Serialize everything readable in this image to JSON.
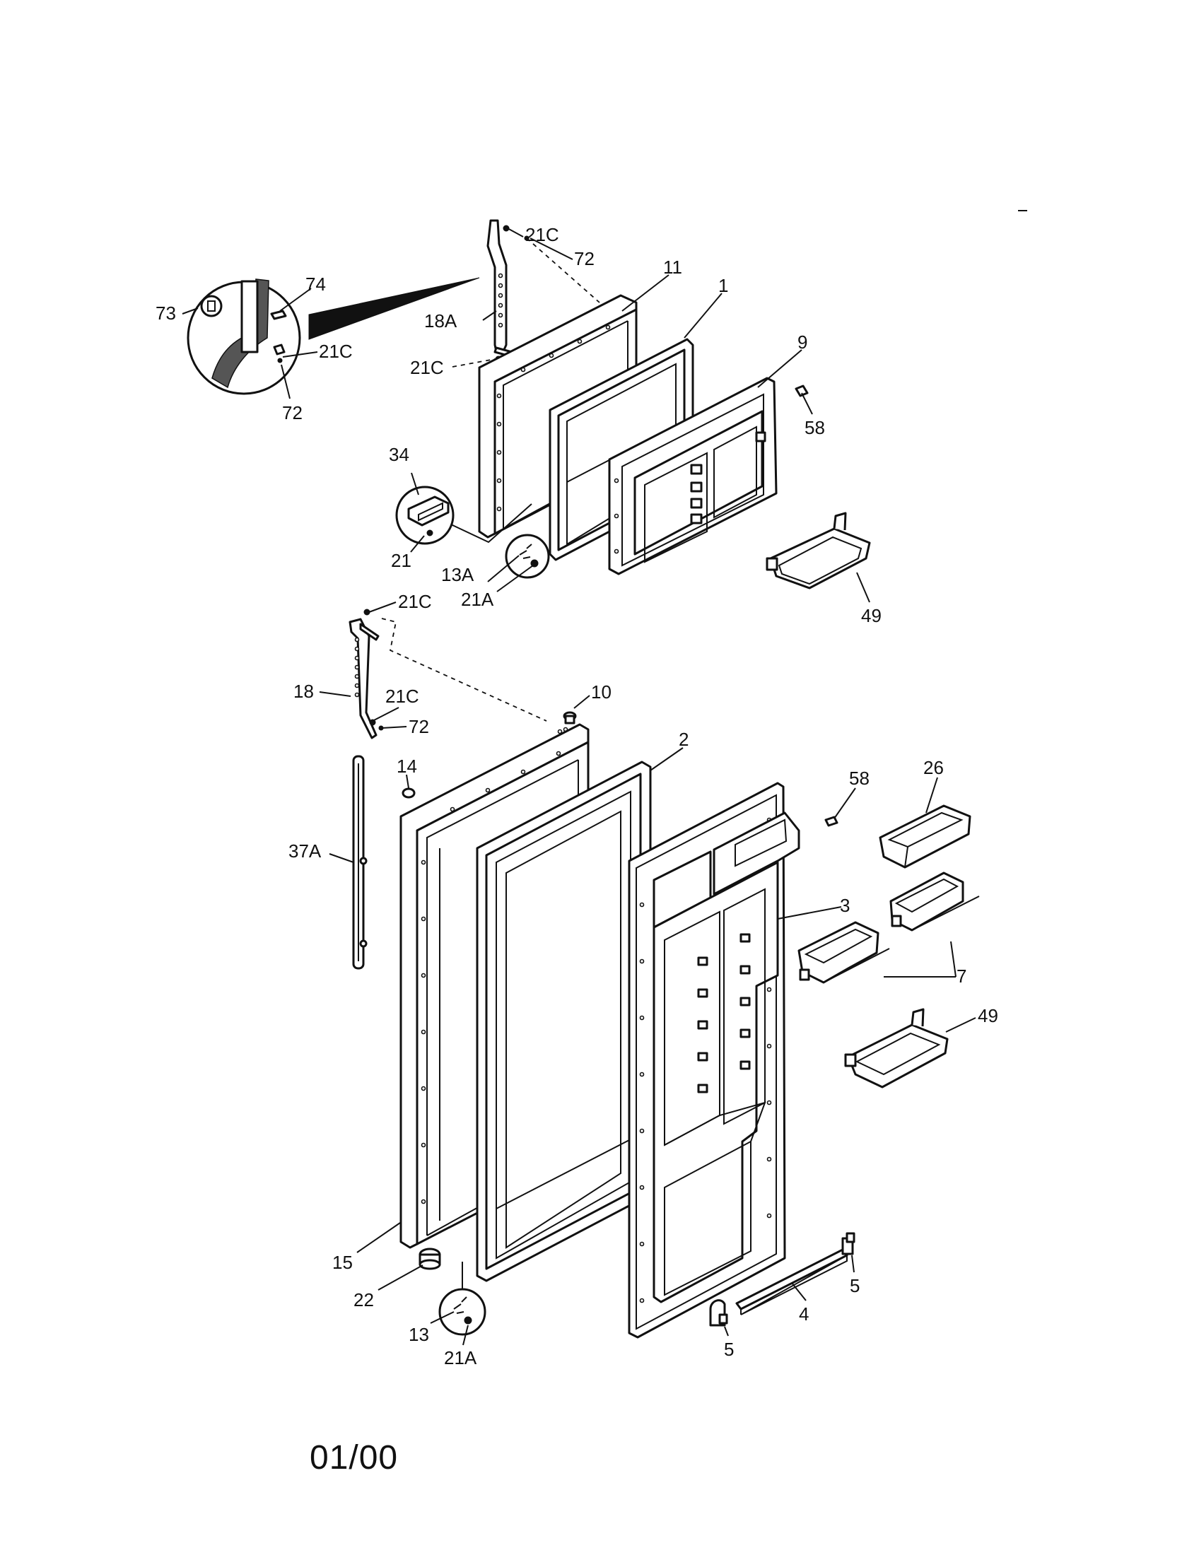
{
  "date_code": "01/00",
  "callouts": {
    "c1": "1",
    "c2": "2",
    "c3": "3",
    "c4": "4",
    "c5a": "5",
    "c5b": "5",
    "c7": "7",
    "c9": "9",
    "c10": "10",
    "c11": "11",
    "c13": "13",
    "c13a": "13A",
    "c14": "14",
    "c15": "15",
    "c18": "18",
    "c18a": "18A",
    "c21": "21",
    "c21a1": "21A",
    "c21a2": "21A",
    "c21c1": "21C",
    "c21c2": "21C",
    "c21c3": "21C",
    "c21c4": "21C",
    "c21c5": "21C",
    "c22": "22",
    "c26": "26",
    "c34": "34",
    "c37a": "37A",
    "c49a": "49",
    "c49b": "49",
    "c58a": "58",
    "c58b": "58",
    "c72a": "72",
    "c72b": "72",
    "c72c": "72",
    "c73": "73",
    "c74": "74"
  }
}
